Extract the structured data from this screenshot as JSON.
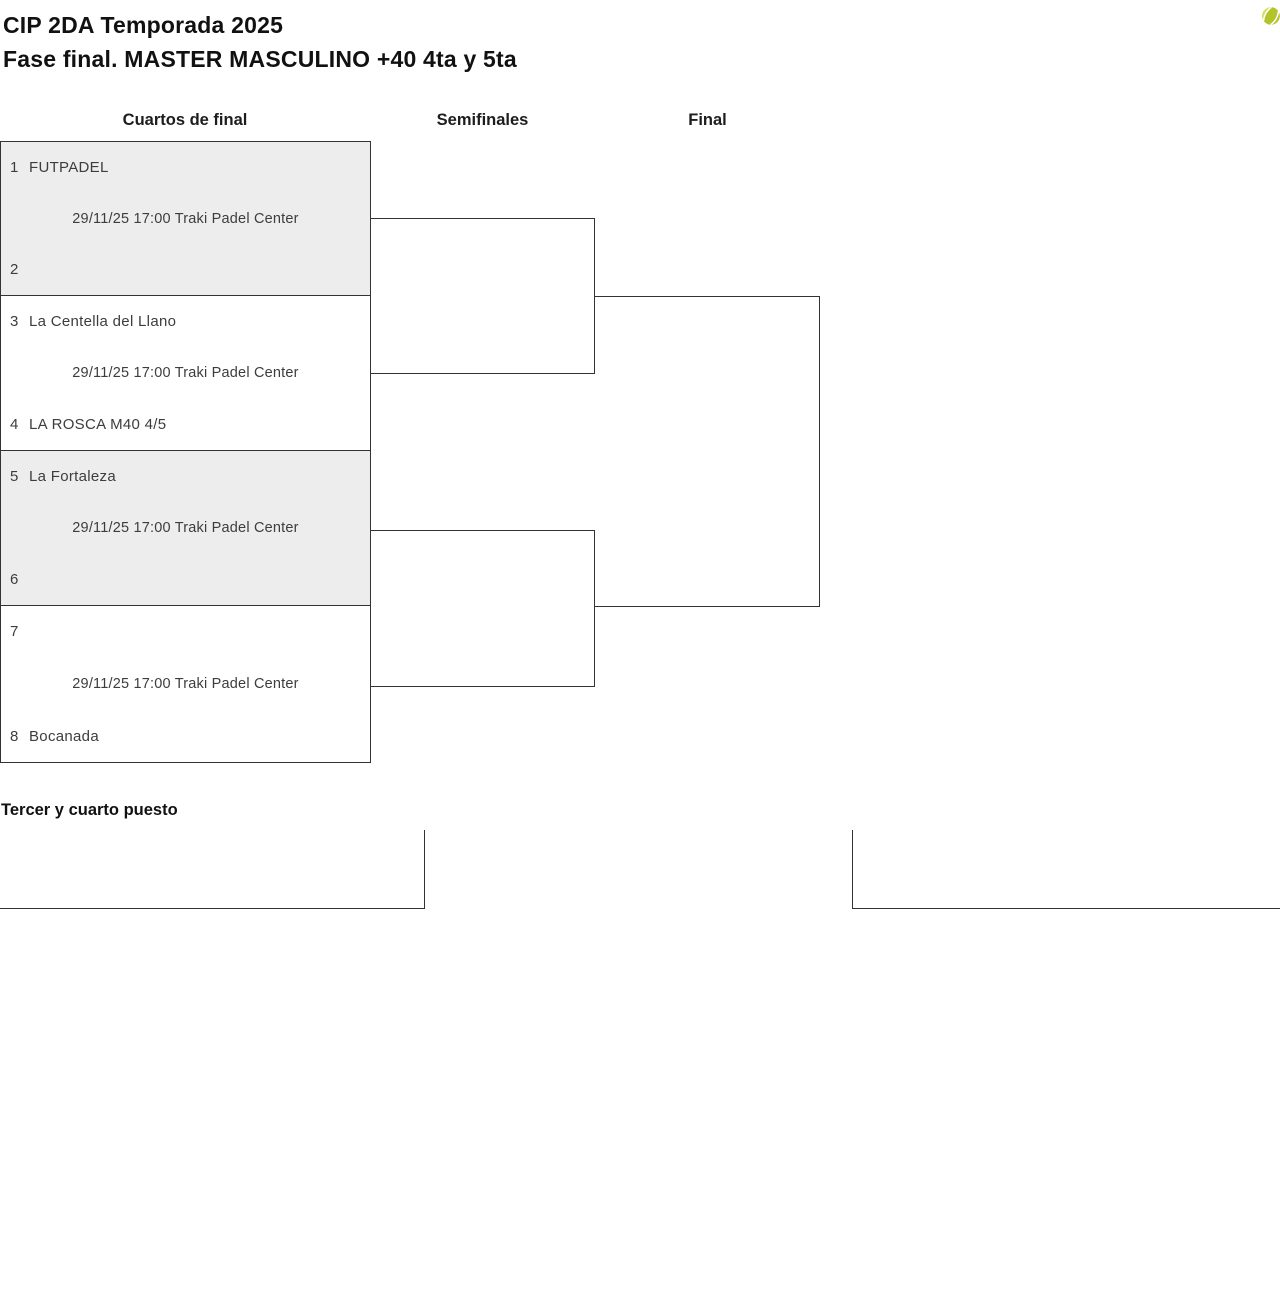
{
  "header": {
    "title": "CIP 2DA Temporada 2025",
    "subtitle": "Fase final. MASTER MASCULINO +40 4ta y 5ta"
  },
  "columns": [
    {
      "label": "Cuartos de final"
    },
    {
      "label": "Semifinales"
    },
    {
      "label": "Final"
    }
  ],
  "quarterfinals": [
    {
      "seed_top": "1",
      "team_top": "FUTPADEL",
      "match_info": "29/11/25 17:00 Traki Padel Center",
      "seed_bottom": "2",
      "team_bottom": ""
    },
    {
      "seed_top": "3",
      "team_top": "La Centella del Llano",
      "match_info": "29/11/25 17:00 Traki Padel Center",
      "seed_bottom": "4",
      "team_bottom": "LA ROSCA M40 4/5"
    },
    {
      "seed_top": "5",
      "team_top": "La Fortaleza",
      "match_info": "29/11/25 17:00 Traki Padel Center",
      "seed_bottom": "6",
      "team_bottom": ""
    },
    {
      "seed_top": "7",
      "team_top": "",
      "match_info": "29/11/25 17:00 Traki Padel Center",
      "seed_bottom": "8",
      "team_bottom": "Bocanada"
    }
  ],
  "third_place": {
    "label": "Tercer y cuarto puesto"
  },
  "icons": {
    "top_right": "tennis-ball-icon"
  },
  "colors": {
    "box_shaded": "#ededed",
    "border": "#333333",
    "text": "#3d3d3d",
    "heading": "#111111",
    "ball_main": "#b3c32b",
    "ball_light": "#d6e060",
    "ball_seam": "#ffffff"
  }
}
